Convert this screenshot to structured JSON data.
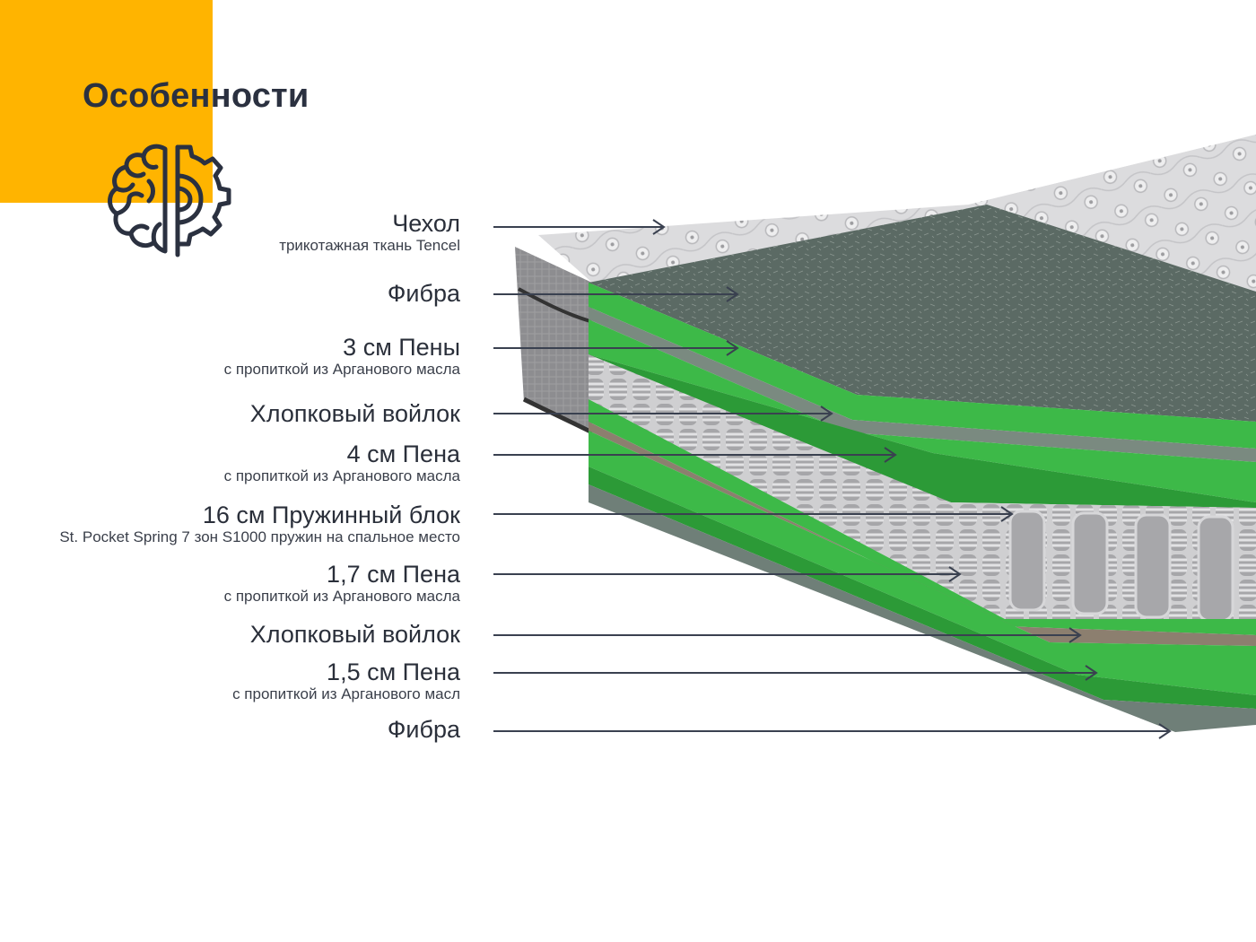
{
  "header": {
    "title": "Особенности",
    "accent_color": "#FFB400",
    "icon": "brain-gear-icon"
  },
  "colors": {
    "foam": "#3db948",
    "foam_dark": "#2a8f35",
    "fiber": "#5d6b66",
    "cover": "#d8d8da",
    "spring": "#9a9a9c",
    "text": "#2a2f3a",
    "arrow": "#3a4150"
  },
  "layers": [
    {
      "label": "Чехол",
      "sublabel": "трикотажная ткань Tencel"
    },
    {
      "label": "Фибра",
      "sublabel": ""
    },
    {
      "label": "3 см Пены",
      "sublabel": "с пропиткой из Арганового масла"
    },
    {
      "label": "Хлопковый войлок",
      "sublabel": ""
    },
    {
      "label": "4 см Пена",
      "sublabel": "с пропиткой из Арганового масла"
    },
    {
      "label": "16 см Пружинный блок",
      "sublabel": "St. Pocket Spring 7 зон S1000 пружин на спальное место"
    },
    {
      "label": "1,7 см Пена",
      "sublabel": "с пропиткой из Арганового масла"
    },
    {
      "label": "Хлопковый войлок",
      "sublabel": ""
    },
    {
      "label": "1,5 см Пена",
      "sublabel": "с пропиткой из Арганового масл"
    },
    {
      "label": "Фибра",
      "sublabel": ""
    }
  ]
}
